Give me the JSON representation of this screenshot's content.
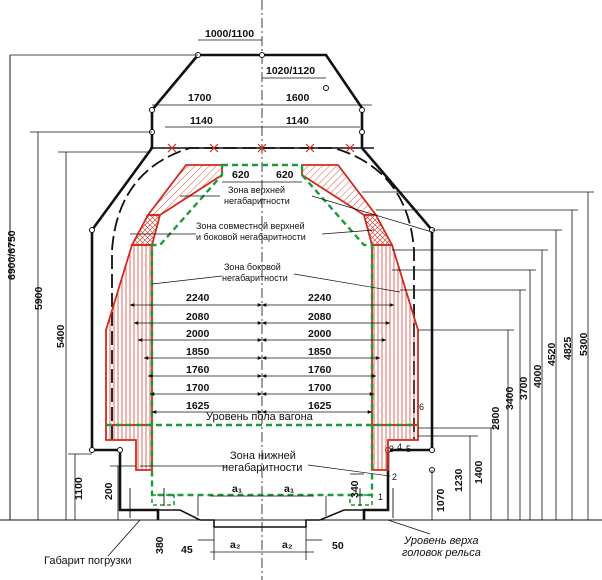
{
  "diagram": {
    "top_dims": {
      "outer_half_width": "1000/1100",
      "inner_half_width": "1020/1120",
      "left_1700": "1700",
      "right_1600": "1600",
      "left_1140": "1140",
      "right_1140": "1140",
      "left_620": "620",
      "right_620": "620"
    },
    "width_dims": {
      "left": [
        "2240",
        "2080",
        "2000",
        "1850",
        "1760",
        "1700",
        "1625"
      ],
      "right": [
        "2240",
        "2080",
        "2000",
        "1850",
        "1760",
        "1700",
        "1625"
      ]
    },
    "left_heights": {
      "h6900": "6900/6750",
      "h5900": "5900",
      "h5400": "5400",
      "h1100": "1100",
      "h200": "200",
      "h380": "380"
    },
    "right_heights": {
      "h1070": "1070",
      "h1230": "1230",
      "h1400": "1400",
      "h2800": "2800",
      "h3400": "3400",
      "h3700": "3700",
      "h4000": "4000",
      "h4520": "4520",
      "h4825": "4825",
      "h5300": "5300",
      "h340": "340"
    },
    "bottom_dims": {
      "d45": "45",
      "d50": "50",
      "a1_left": "a₁",
      "a1_right": "a₁",
      "a2_left": "a₂",
      "a2_right": "a₂"
    },
    "zones": {
      "upper_1": "Зона верхней",
      "upper_2": "негабаритности",
      "combined_1": "Зона совместной верхней",
      "combined_2": "и боковой негабаритности",
      "side_1": "Зона боковой",
      "side_2": "негабаритности",
      "floor_level": "Уровень пола вагона",
      "lower_1": "Зона нижней",
      "lower_2": "негабаритности"
    },
    "markers": {
      "m1": "1",
      "m2": "2",
      "m3": "3",
      "m4": "4",
      "m5": "5",
      "m6": "6"
    },
    "bottom_labels": {
      "loading_gauge": "Габарит погрузки",
      "rail_level_1": "Уровень верха",
      "rail_level_2": "головок рельса"
    },
    "colors": {
      "gauge_line": "#111111",
      "zone_red": "#d42a1c",
      "floor_green": "#1f9a3a"
    }
  }
}
